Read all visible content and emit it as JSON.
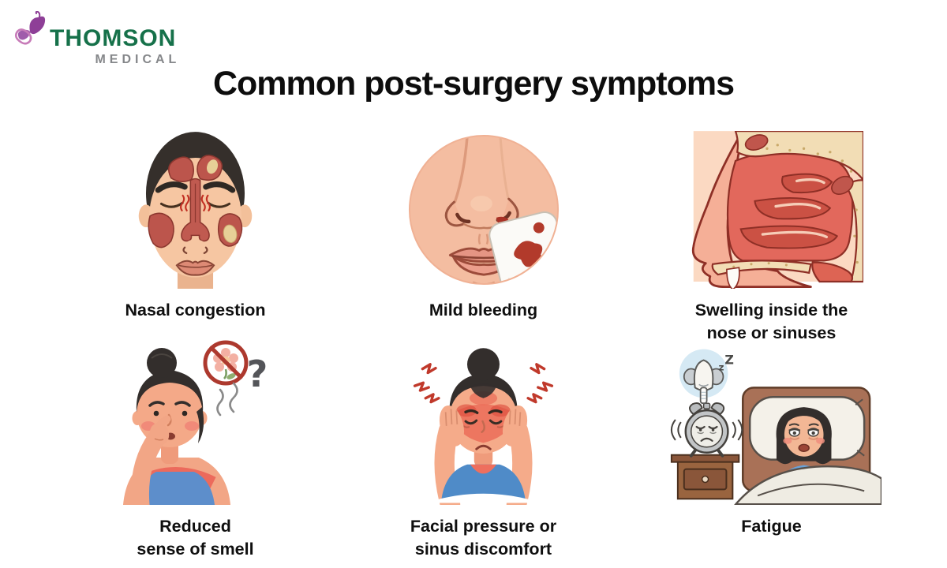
{
  "brand": {
    "logo_icon": "butterfly-icon",
    "name": "THOMSON",
    "subtitle": "MEDICAL",
    "name_color": "#16714a",
    "subtitle_color": "#85878a",
    "butterfly_purple": "#8e3f97",
    "butterfly_pink": "#c77bb8"
  },
  "title": "Common post-surgery symptoms",
  "symptoms": [
    {
      "label": "Nasal congestion",
      "illustration": "front-face-with-inflamed-sinuses"
    },
    {
      "label": "Mild bleeding",
      "illustration": "nose-dripping-blood-with-tissue"
    },
    {
      "label": "Swelling inside the\nnose or sinuses",
      "illustration": "nasal-cavity-cross-section-swollen-turbinates"
    },
    {
      "label": "Reduced\nsense of smell",
      "illustration": "woman-touching-nose-with-crossed-out-flower",
      "question_mark": "?"
    },
    {
      "label": "Facial pressure or\nsinus discomfort",
      "illustration": "woman-pressing-temples-in-pain"
    },
    {
      "label": "Fatigue",
      "illustration": "tired-woman-in-bed-with-sleepy-alarm-clock",
      "sleep_z_small": "z",
      "sleep_z_large": "Z"
    }
  ],
  "colors": {
    "background": "#ffffff",
    "heading_text": "#0d0d0d",
    "inflamed_red": "#bc554c",
    "mucus_yellow": "#e7cf97",
    "skin_tone": "#f4bda1",
    "blood_red": "#a93226",
    "shirt_blue": "#5d8ecb",
    "bed_brown": "#a97157",
    "sleep_bubble_blue": "#d5e9f4",
    "prohibition_red": "#ad392e"
  }
}
